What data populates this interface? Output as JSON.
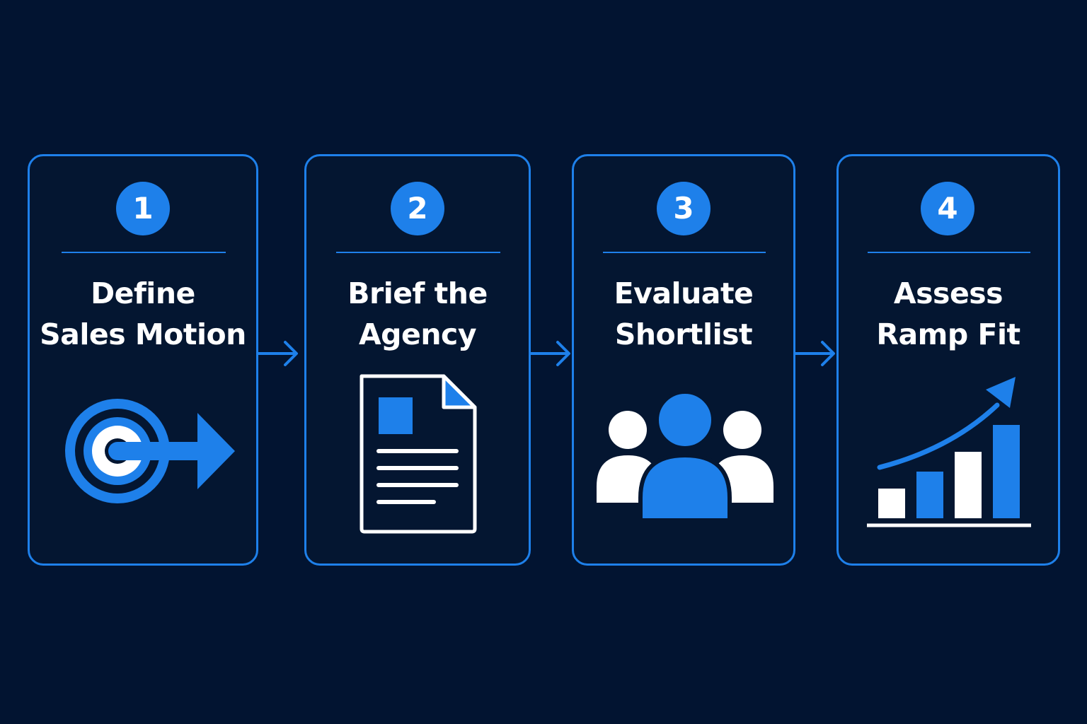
{
  "steps": [
    {
      "number": "1",
      "title_line1": "Define",
      "title_line2": "Sales Motion",
      "icon": "target-arrow-icon"
    },
    {
      "number": "2",
      "title_line1": "Brief the",
      "title_line2": "Agency",
      "icon": "document-icon"
    },
    {
      "number": "3",
      "title_line1": "Evaluate",
      "title_line2": "Shortlist",
      "icon": "people-group-icon"
    },
    {
      "number": "4",
      "title_line1": "Assess",
      "title_line2": "Ramp Fit",
      "icon": "growth-chart-icon"
    }
  ],
  "colors": {
    "background": "#021431",
    "accent": "#1e80ea",
    "text": "#ffffff"
  }
}
